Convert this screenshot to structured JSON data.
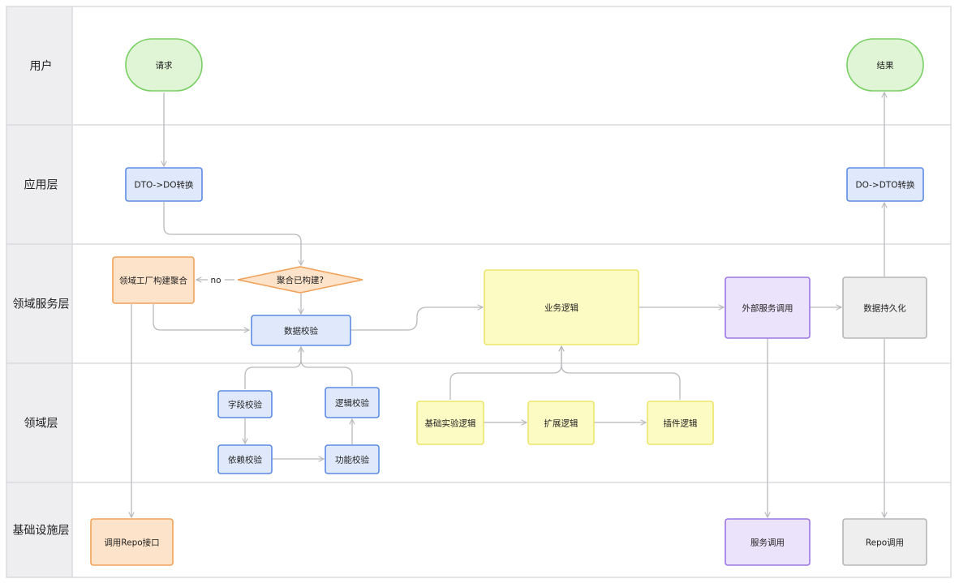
{
  "lanes": [
    {
      "id": "user",
      "label": "用户"
    },
    {
      "id": "app",
      "label": "应用层"
    },
    {
      "id": "domain_service",
      "label": "领域服务层"
    },
    {
      "id": "domain",
      "label": "领域层"
    },
    {
      "id": "infra",
      "label": "基础设施层"
    }
  ],
  "nodes": {
    "request": {
      "label": "请求",
      "kind": "terminal",
      "fill": "#dff5d6",
      "stroke": "#79cf63"
    },
    "result": {
      "label": "结果",
      "kind": "terminal",
      "fill": "#dff5d6",
      "stroke": "#79cf63"
    },
    "dto_to_do": {
      "label": "DTO->DO转换",
      "kind": "process",
      "fill": "#e0e9fb",
      "stroke": "#5b8be5"
    },
    "do_to_dto": {
      "label": "DO->DTO转换",
      "kind": "process",
      "fill": "#e0e9fb",
      "stroke": "#5b8be5"
    },
    "factory": {
      "label": "领域工厂构建聚合",
      "kind": "process",
      "fill": "#fde3c9",
      "stroke": "#f0a25a"
    },
    "aggregate_built": {
      "label": "聚合已构建?",
      "kind": "decision",
      "fill": "#fde3c9",
      "stroke": "#f0a25a"
    },
    "data_check": {
      "label": "数据校验",
      "kind": "process",
      "fill": "#e0e9fb",
      "stroke": "#5b8be5"
    },
    "business_logic": {
      "label": "业务逻辑",
      "kind": "process",
      "fill": "#fdfbc4",
      "stroke": "#ece56b"
    },
    "external_call": {
      "label": "外部服务调用",
      "kind": "process",
      "fill": "#ebe2fb",
      "stroke": "#9d76e2"
    },
    "persistence": {
      "label": "数据持久化",
      "kind": "process",
      "fill": "#eeeeee",
      "stroke": "#b5b5b5"
    },
    "field_check": {
      "label": "字段校验",
      "kind": "process",
      "fill": "#e0e9fb",
      "stroke": "#5b8be5"
    },
    "logic_check": {
      "label": "逻辑校验",
      "kind": "process",
      "fill": "#e0e9fb",
      "stroke": "#5b8be5"
    },
    "dependency_check": {
      "label": "依赖校验",
      "kind": "process",
      "fill": "#e0e9fb",
      "stroke": "#5b8be5"
    },
    "function_check": {
      "label": "功能校验",
      "kind": "process",
      "fill": "#e0e9fb",
      "stroke": "#5b8be5"
    },
    "base_logic": {
      "label": "基础实验逻辑",
      "kind": "process",
      "fill": "#fdfbc4",
      "stroke": "#ece56b"
    },
    "extend_logic": {
      "label": "扩展逻辑",
      "kind": "process",
      "fill": "#fdfbc4",
      "stroke": "#ece56b"
    },
    "plugin_logic": {
      "label": "插件逻辑",
      "kind": "process",
      "fill": "#fdfbc4",
      "stroke": "#ece56b"
    },
    "repo_interface": {
      "label": "调用Repo接口",
      "kind": "process",
      "fill": "#fde3c9",
      "stroke": "#f0a25a"
    },
    "service_call": {
      "label": "服务调用",
      "kind": "process",
      "fill": "#ebe2fb",
      "stroke": "#9d76e2"
    },
    "repo_call": {
      "label": "Repo调用",
      "kind": "process",
      "fill": "#eeeeee",
      "stroke": "#b5b5b5"
    }
  },
  "edges": [
    {
      "from": "request",
      "to": "dto_to_do",
      "label": ""
    },
    {
      "from": "dto_to_do",
      "to": "aggregate_built",
      "label": ""
    },
    {
      "from": "aggregate_built",
      "to": "factory",
      "label": "no"
    },
    {
      "from": "aggregate_built",
      "to": "data_check",
      "label": ""
    },
    {
      "from": "factory",
      "to": "data_check",
      "label": ""
    },
    {
      "from": "factory",
      "to": "repo_interface",
      "label": ""
    },
    {
      "from": "field_check",
      "to": "data_check",
      "label": ""
    },
    {
      "from": "logic_check",
      "to": "data_check",
      "label": ""
    },
    {
      "from": "field_check",
      "to": "dependency_check",
      "label": ""
    },
    {
      "from": "dependency_check",
      "to": "function_check",
      "label": ""
    },
    {
      "from": "function_check",
      "to": "logic_check",
      "label": ""
    },
    {
      "from": "data_check",
      "to": "business_logic",
      "label": ""
    },
    {
      "from": "base_logic",
      "to": "business_logic",
      "label": ""
    },
    {
      "from": "plugin_logic",
      "to": "business_logic",
      "label": ""
    },
    {
      "from": "base_logic",
      "to": "extend_logic",
      "label": ""
    },
    {
      "from": "extend_logic",
      "to": "plugin_logic",
      "label": ""
    },
    {
      "from": "business_logic",
      "to": "external_call",
      "label": ""
    },
    {
      "from": "external_call",
      "to": "persistence",
      "label": ""
    },
    {
      "from": "external_call",
      "to": "service_call",
      "label": ""
    },
    {
      "from": "persistence",
      "to": "do_to_dto",
      "label": ""
    },
    {
      "from": "persistence",
      "to": "repo_call",
      "label": ""
    },
    {
      "from": "do_to_dto",
      "to": "result",
      "label": ""
    }
  ],
  "colors": {
    "lane_header": "#eeeef0",
    "lane_separator": "#dcdcdf",
    "edge": "#b9b9bd"
  }
}
